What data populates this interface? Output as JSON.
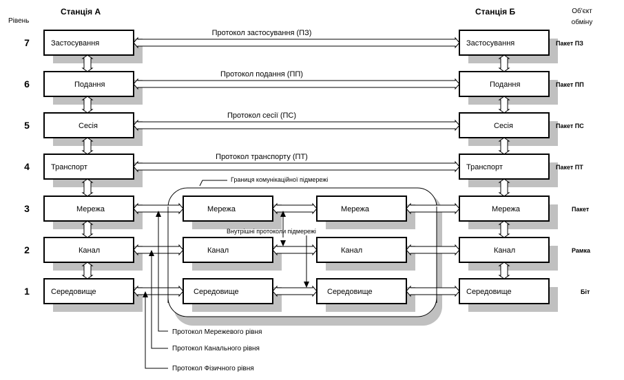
{
  "header": {
    "level_label": "Рівень",
    "station_a": "Станція А",
    "station_b": "Станція Б",
    "exchange_object": [
      "Об'єкт",
      "обміну"
    ]
  },
  "levels": [
    {
      "num": "7",
      "name": "Застосування",
      "protocol": "Протокол застосування (ПЗ)",
      "object": "Пакет ПЗ"
    },
    {
      "num": "6",
      "name": "Подання",
      "protocol": "Протокол подання (ПП)",
      "object": "Пакет ПП"
    },
    {
      "num": "5",
      "name": "Сесія",
      "protocol": "Протокол сесії (ПС)",
      "object": "Пакет ПС"
    },
    {
      "num": "4",
      "name": "Транспорт",
      "protocol": "Протокол транспорту (ПТ)",
      "object": "Пакет ПТ"
    },
    {
      "num": "3",
      "name": "Мережа",
      "object": "Пакет"
    },
    {
      "num": "2",
      "name": "Канал",
      "object": "Рамка"
    },
    {
      "num": "1",
      "name": "Середовище",
      "object": "Біт"
    }
  ],
  "subnet": {
    "boundary_label": "Границя комунікаційної підмережі",
    "internal_protocols_label": "Внутрішні протоколи підмережі",
    "nodes": [
      "Мережа",
      "Канал",
      "Середовище"
    ]
  },
  "lower_protocols": [
    "Протокол Мережевого рівня",
    "Протокол Канального рівня",
    "Протокол Фізичного рівня"
  ],
  "colors": {
    "shadow": "#c0c0c0",
    "line": "#000000",
    "box_fill": "#ffffff"
  }
}
